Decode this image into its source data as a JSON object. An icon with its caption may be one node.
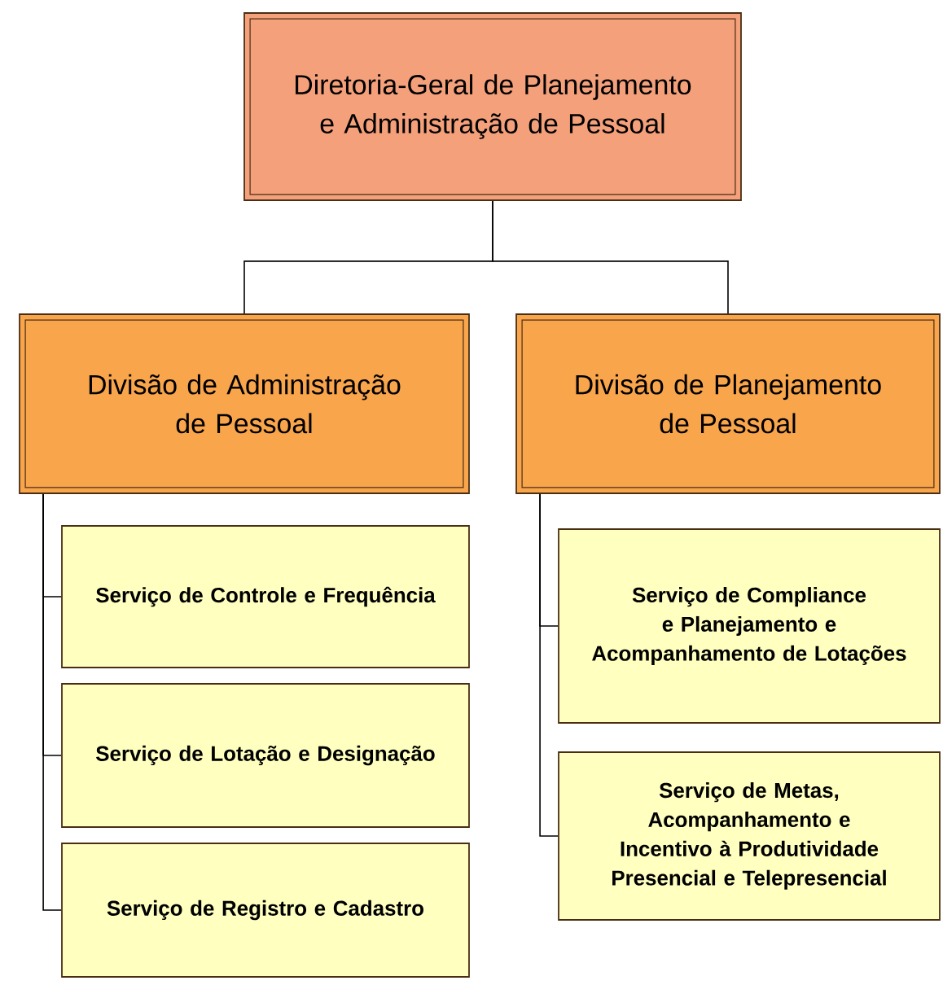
{
  "diagram": {
    "nodes": [
      {
        "text": [
          "Diretoria-Geral de Planejamento e Administração de Pessoal"
        ]
      },
      {
        "text": [
          "Divisão de Administração de Pessoal"
        ]
      },
      {
        "text": [
          "Divisão de Planejamento de Pessoal"
        ]
      },
      {
        "text": [
          "Serviço de Controle e Frequência"
        ]
      },
      {
        "text": [
          "Serviço de Lotação e Designação"
        ]
      },
      {
        "text": [
          "Serviço de Registro e Cadastro"
        ]
      },
      {
        "text": [
          "Serviço de Compliance e Planejamento e Acompanhamento de Lotações"
        ]
      },
      {
        "text": [
          "Serviço de Metas, Acompanhamento e Incentivo à Produtividade Presencial e Telepresencial"
        ]
      }
    ],
    "edges": [
      {
        "from": 0,
        "to": 1,
        "arrow": "none"
      },
      {
        "from": 0,
        "to": 2,
        "arrow": "none"
      },
      {
        "from": 1,
        "to": 3,
        "arrow": "none"
      },
      {
        "from": 1,
        "to": 4,
        "arrow": "none"
      },
      {
        "from": 1,
        "to": 5,
        "arrow": "none"
      },
      {
        "from": 2,
        "to": 6,
        "arrow": "none"
      },
      {
        "from": 2,
        "to": 7,
        "arrow": "none"
      }
    ]
  }
}
